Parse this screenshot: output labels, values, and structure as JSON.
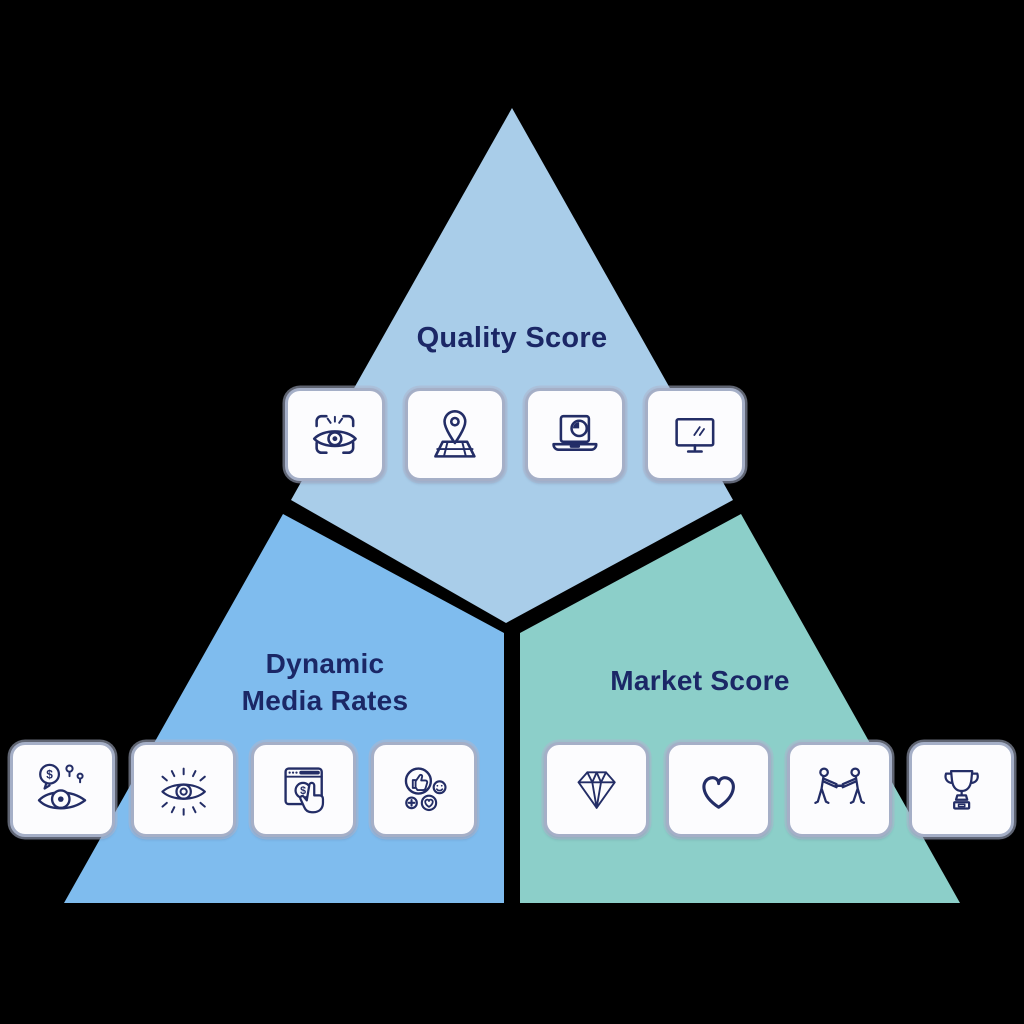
{
  "diagram": {
    "title": "Pyramid scoring diagram",
    "background": "#000000",
    "sections": {
      "quality": {
        "label": "Quality Score",
        "color": "#a9cde9",
        "cards": [
          {
            "icon": "eye-scan-icon"
          },
          {
            "icon": "map-pin-icon"
          },
          {
            "icon": "laptop-clock-icon"
          },
          {
            "icon": "tv-screen-icon"
          }
        ]
      },
      "dynamic": {
        "label_line1": "Dynamic",
        "label_line2": "Media Rates",
        "color": "#7fbcee",
        "cards": [
          {
            "icon": "money-audience-eye-icon"
          },
          {
            "icon": "eye-attention-icon"
          },
          {
            "icon": "browser-pay-click-icon"
          },
          {
            "icon": "social-reactions-icon"
          }
        ]
      },
      "market": {
        "label": "Market Score",
        "color": "#8ccfc9",
        "cards": [
          {
            "icon": "diamond-icon"
          },
          {
            "icon": "heart-icon"
          },
          {
            "icon": "tug-of-war-icon"
          },
          {
            "icon": "trophy-icon"
          }
        ]
      }
    },
    "accents": {
      "text_navy": "#1b2766",
      "icon_stroke": "#232d66",
      "card_bg": "#fcfcfe",
      "card_border": "#a5afc7"
    }
  },
  "glyphs": {
    "dollar": "$"
  }
}
